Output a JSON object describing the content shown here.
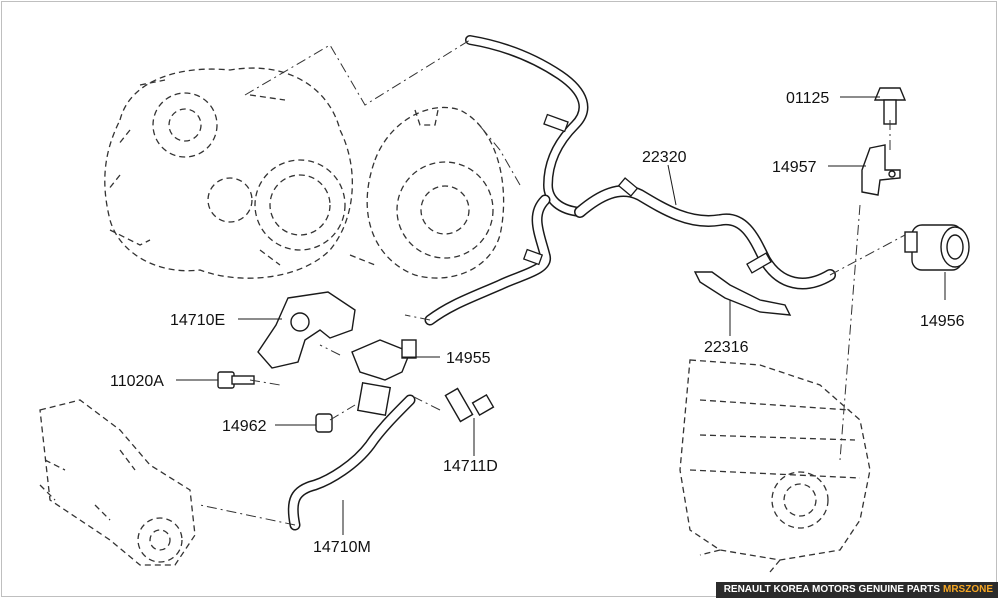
{
  "colors": {
    "ink": "#111111",
    "stroke": "#1a1a1a",
    "dash": "#333333",
    "footer_bg": "#2b2b2b",
    "footer_text": "#ffffff",
    "footer_accent": "#f5a623"
  },
  "diagram": {
    "parts": [
      {
        "id": "p01125",
        "number": "01125"
      },
      {
        "id": "p14957",
        "number": "14957"
      },
      {
        "id": "p22320",
        "number": "22320"
      },
      {
        "id": "p14956",
        "number": "14956"
      },
      {
        "id": "p22316",
        "number": "22316"
      },
      {
        "id": "p14710E",
        "number": "14710E"
      },
      {
        "id": "p14955",
        "number": "14955"
      },
      {
        "id": "p11020A",
        "number": "11020A"
      },
      {
        "id": "p14962",
        "number": "14962"
      },
      {
        "id": "p14711D",
        "number": "14711D"
      },
      {
        "id": "p14710M",
        "number": "14710M"
      }
    ]
  },
  "footer": {
    "text": "RENAULT KOREA MOTORS GENUINE PARTS",
    "brand": "MRSZONE"
  }
}
